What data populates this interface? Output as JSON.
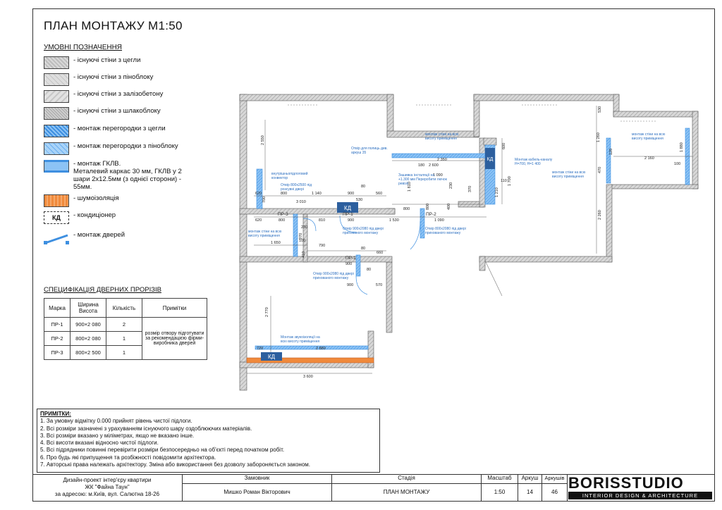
{
  "title": "ПЛАН МОНТАЖУ М1:50",
  "legend": {
    "heading": "УМОВНІ ПОЗНАЧЕННЯ",
    "items": [
      {
        "label": "- існуючі стіни з цегли"
      },
      {
        "label": "- існуючі стіни з піноблоку"
      },
      {
        "label": "- існуючі стіни з залізобетону"
      },
      {
        "label": "- існуючі стіни з шлакоблоку"
      },
      {
        "label": "- монтаж перегородки з цегли"
      },
      {
        "label": "- монтаж перегородки з піноблоку"
      },
      {
        "label": "- монтаж ГКЛВ.\nМеталевий каркас 30 мм, ГКЛВ у 2 шари 2x12.5мм (з однієї сторони) - 55мм."
      },
      {
        "label": "- шумоізоляція"
      },
      {
        "label": "- кондиціонер",
        "symbol": "КД"
      },
      {
        "label": "- монтаж дверей"
      }
    ]
  },
  "spec": {
    "heading": "СПЕЦИФІКАЦІЯ ДВЕРНИХ ПРОРІЗІВ",
    "headers": [
      "Марка",
      "Ширина\nВисота",
      "Кількість",
      "Примітки"
    ],
    "rows": [
      [
        "ПР-1",
        "900×2 080",
        "2"
      ],
      [
        "ПР-2",
        "800×2 080",
        "1"
      ],
      [
        "ПР-3",
        "800×2 500",
        "1"
      ]
    ],
    "note": "розмір отвору підготувати за рекомендацією фірми-виробника дверей"
  },
  "notes": {
    "heading": "ПРИМІТКИ:",
    "items": [
      "1. За умовну відмітку 0.000 прийнят рівень чистої підлоги.",
      "2. Всі розміри зазначені з урахуванням існуючого шару оздоблюючих матеріалів.",
      "3. Всі розміри вказано у міліметрах, якщо не вказано інше.",
      "4. Всі висоти вказані відносно чистої підлоги.",
      "5. Всі підрядники повинні перевірити розміри безпосередньо на об'єкті перед початком робіт.",
      "6. Про будь які припущення та розбіжності повідомити архітектора.",
      "7. Авторські права належать архітектору. Зміна або використання без дозволу забороняється законом."
    ]
  },
  "title_block": {
    "project": [
      "Дизайн-проект інтер'єру квартири",
      "ЖК \"Файна Таун\"",
      "за адресою: м.Київ, вул. Салютна 18-26"
    ],
    "client_label": "Замовник",
    "client": "Мишко Роман Вікторович",
    "stage_label": "Стадія",
    "stage": "ПЛАН МОНТАЖУ",
    "scale_label": "Масштаб",
    "scale": "1:50",
    "sheet_label": "Аркуш",
    "sheet": "14",
    "sheets_label": "Аркушів",
    "sheets": "46"
  },
  "logo": {
    "name": "BORISSTUDIO",
    "tagline": "INTERIOR DESIGN & ARCHITECTURE"
  },
  "plan": {
    "dims": [
      "2 550",
      "620",
      "800",
      "1 140",
      "80",
      "560",
      "3 010",
      "700",
      "530",
      "900",
      "620",
      "800",
      "230",
      "810",
      "900",
      "1 530",
      "800",
      "1 090",
      "1 650",
      "970",
      "100",
      "790",
      "900",
      "80",
      "660",
      "410",
      "900",
      "570",
      "80",
      "2 770",
      "720",
      "2 880",
      "3 600",
      "2 350",
      "2 600",
      "180",
      "1 090",
      "230",
      "370",
      "800",
      "400",
      "600",
      "1 210",
      "1 260",
      "1 700",
      "110",
      "530",
      "120",
      "2 160",
      "100",
      "1 880",
      "470",
      "2 260",
      "1 810"
    ],
    "doors": [
      "ПР-3",
      "ПР-1",
      "ПР-2",
      "ПР-1"
    ],
    "kd": [
      "КД",
      "КД",
      "КД"
    ],
    "notes": [
      "внутрішньопідлоговий конвектор",
      "Отвір 800х2500 під розсувні двері",
      "Отвір для полиць див. аркуш 35",
      "монтаж стіни на всю висоту приміщення",
      "Зашивка інсталяції на +1.300 мм Переробити лючок ревізії",
      "Монтаж кабель-каналу Н=700, Н=1 400",
      "монтаж стіни на всю висоту приміщення",
      "монтаж стіни на всю висоту приміщення",
      "монтаж стіни на всю висоту приміщення",
      "Отвір 900х2080 під двері прихованого монтажу",
      "Отвір 800х2080 під двері прихованого монтажу",
      "Отвір 900х2080 під двері прихованого монтажу",
      "Монтаж звукоізоляції на всю висоту приміщення"
    ]
  }
}
